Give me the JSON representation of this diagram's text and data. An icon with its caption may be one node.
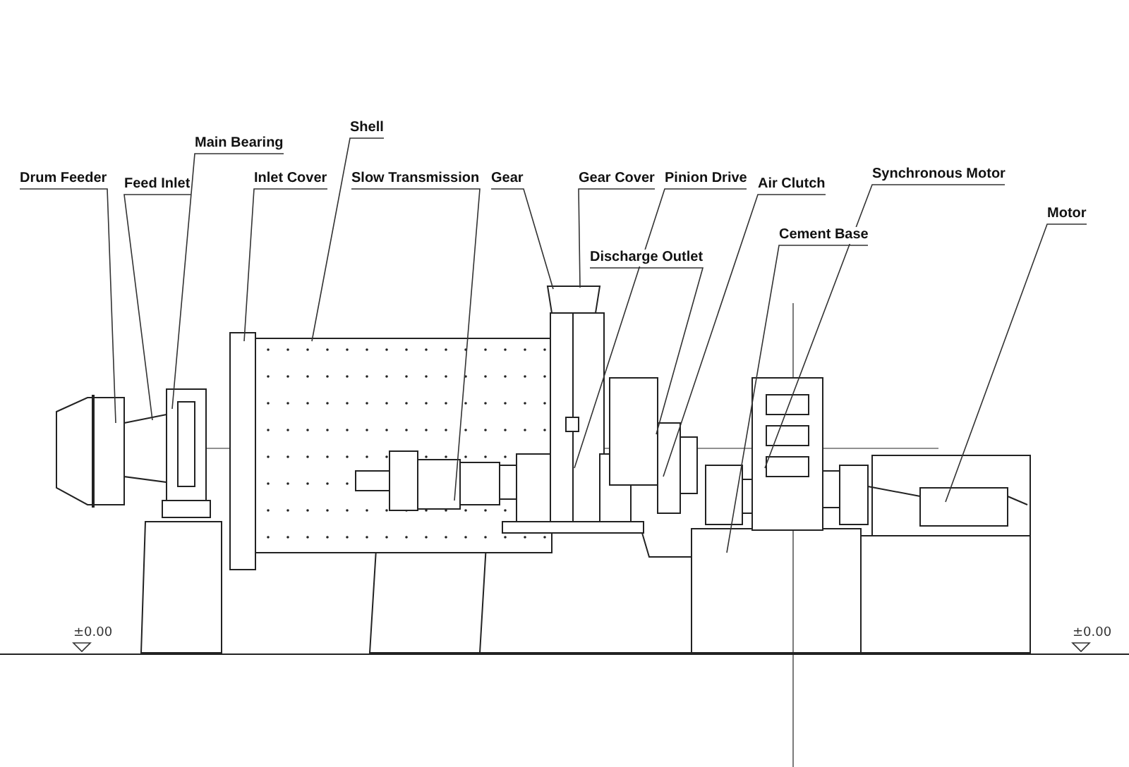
{
  "diagram": {
    "nodes": [
      {
        "text": [
          "Drum Feeder"
        ]
      },
      {
        "text": [
          "Feed Inlet"
        ]
      },
      {
        "text": [
          "Main Bearing"
        ]
      },
      {
        "text": [
          "Inlet Cover"
        ]
      },
      {
        "text": [
          "Shell"
        ]
      },
      {
        "text": [
          "Slow Transmission"
        ]
      },
      {
        "text": [
          "Gear"
        ]
      },
      {
        "text": [
          "Gear Cover"
        ]
      },
      {
        "text": [
          "Pinion Drive"
        ]
      },
      {
        "text": [
          "Discharge Outlet"
        ]
      },
      {
        "text": [
          "Air Clutch"
        ]
      },
      {
        "text": [
          "Synchronous Motor"
        ]
      },
      {
        "text": [
          "Cement Base"
        ]
      },
      {
        "text": [
          "Motor"
        ]
      }
    ],
    "edges": [
      {
        "from": 0,
        "to": null,
        "arrow": "none"
      },
      {
        "from": 1,
        "to": null,
        "arrow": "none"
      },
      {
        "from": 2,
        "to": null,
        "arrow": "none"
      },
      {
        "from": 3,
        "to": null,
        "arrow": "none"
      },
      {
        "from": 4,
        "to": null,
        "arrow": "none"
      },
      {
        "from": 5,
        "to": null,
        "arrow": "none"
      },
      {
        "from": 6,
        "to": null,
        "arrow": "none"
      },
      {
        "from": 7,
        "to": null,
        "arrow": "none"
      },
      {
        "from": 8,
        "to": null,
        "arrow": "none"
      },
      {
        "from": 9,
        "to": null,
        "arrow": "none"
      },
      {
        "from": 10,
        "to": null,
        "arrow": "none"
      },
      {
        "from": 11,
        "to": null,
        "arrow": "none"
      },
      {
        "from": 12,
        "to": null,
        "arrow": "none"
      },
      {
        "from": 13,
        "to": null,
        "arrow": "none"
      }
    ],
    "labels": [
      "±0.00",
      "±0.00"
    ]
  }
}
